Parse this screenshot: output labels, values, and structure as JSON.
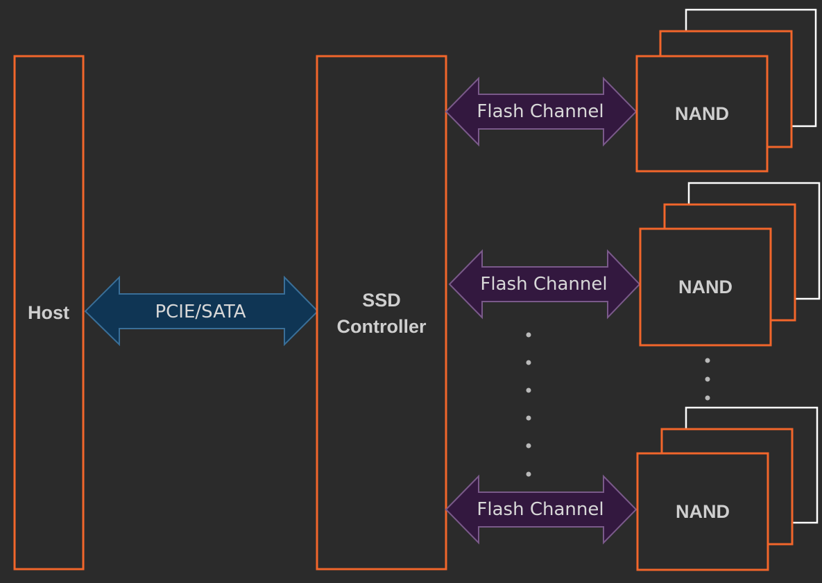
{
  "diagram": {
    "host": {
      "label": "Host"
    },
    "host_link": {
      "label": "PCIE/SATA"
    },
    "controller": {
      "line1": "SSD",
      "line2": "Controller"
    },
    "channels": [
      {
        "label": "Flash Channel",
        "nand_label": "NAND"
      },
      {
        "label": "Flash Channel",
        "nand_label": "NAND"
      },
      {
        "label": "Flash Channel",
        "nand_label": "NAND"
      }
    ],
    "colors": {
      "background": "#2b2b2b",
      "box_outline": "#f2662b",
      "host_link_fill": "#0f3554",
      "host_link_edge": "#3a6f98",
      "channel_fill": "#33183f",
      "channel_edge": "#7a5a8a",
      "ellipsis_dot": "#b9b9b9"
    }
  }
}
